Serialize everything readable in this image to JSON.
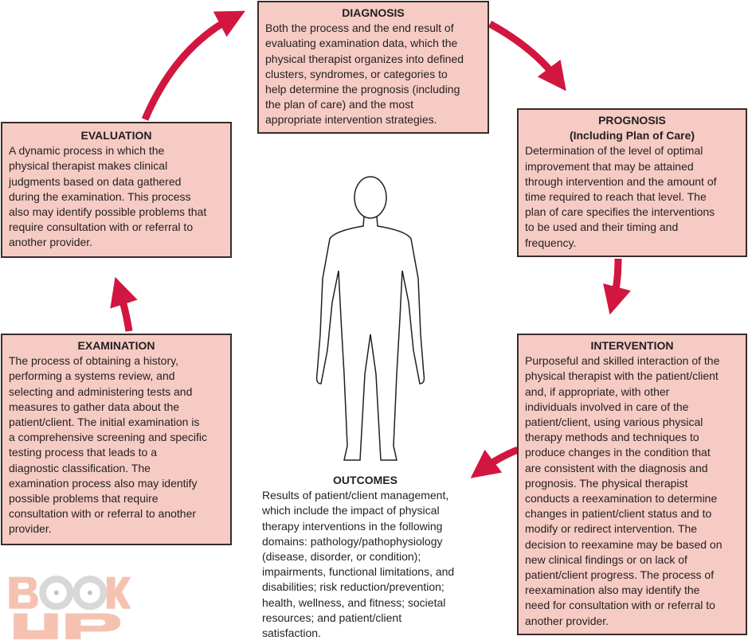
{
  "colors": {
    "box_fill": "#f6cbc4",
    "border": "#3b2b2b",
    "arrow": "#d11640"
  },
  "watermark": "BOOK UP",
  "diagnosis": {
    "title": "DIAGNOSIS",
    "lines": [
      "Both the process and the end result of",
      "evaluating examination data, which the",
      "physical therapist organizes into defined",
      "clusters, syndromes, or categories to",
      "help determine the prognosis (including",
      "the plan of care) and the most",
      "appropriate intervention strategies."
    ]
  },
  "evaluation": {
    "title": "EVALUATION",
    "lines": [
      "A dynamic process in which the",
      "physical therapist makes clinical",
      "judgments based on data gathered",
      "during the examination. This process",
      "also may identify possible problems that",
      "require consultation with or referral to",
      "another provider."
    ]
  },
  "prognosis": {
    "title": "PROGNOSIS",
    "subtitle": "(Including Plan of Care)",
    "lines": [
      "Determination of the level of optimal",
      "improvement that may be attained",
      "through intervention and the amount of",
      "time required to reach that level. The",
      "plan of care specifies the interventions",
      "to be used and their timing and",
      "frequency."
    ]
  },
  "examination": {
    "title": "EXAMINATION",
    "lines": [
      "The process of obtaining a history,",
      "performing a systems review, and",
      "selecting and administering tests and",
      "measures to gather data about the",
      "patient/client. The initial examination is",
      "a comprehensive screening and specific",
      "testing process that leads to a",
      "diagnostic classification. The",
      "examination process also may identify",
      "possible problems that require",
      "consultation with or referral to another",
      "provider."
    ]
  },
  "intervention": {
    "title": "INTERVENTION",
    "lines": [
      "Purposeful and skilled interaction of the",
      "physical therapist with the patient/client",
      "and, if appropriate, with other",
      "individuals involved in care of the",
      "patient/client, using various physical",
      "therapy methods and techniques to",
      "produce changes in the condition that",
      "are consistent with the diagnosis and",
      "prognosis. The physical therapist",
      "conducts a reexamination to determine",
      "changes in patient/client status and to",
      "modify or redirect intervention. The",
      "decision to reexamine may be based on",
      "new clinical findings or on lack of",
      "patient/client progress. The process of",
      "reexamination also may identify the",
      "need for consultation with or referral to",
      "another provider."
    ]
  },
  "outcomes": {
    "title": "OUTCOMES",
    "lines": [
      "Results of patient/client management,",
      "which include the impact of physical",
      "therapy interventions in the following",
      "domains: pathology/pathophysiology",
      "(disease, disorder, or condition);",
      "impairments, functional limitations, and",
      "disabilities; risk reduction/prevention;",
      "health, wellness, and fitness; societal",
      "resources; and patient/client",
      "satisfaction."
    ]
  }
}
